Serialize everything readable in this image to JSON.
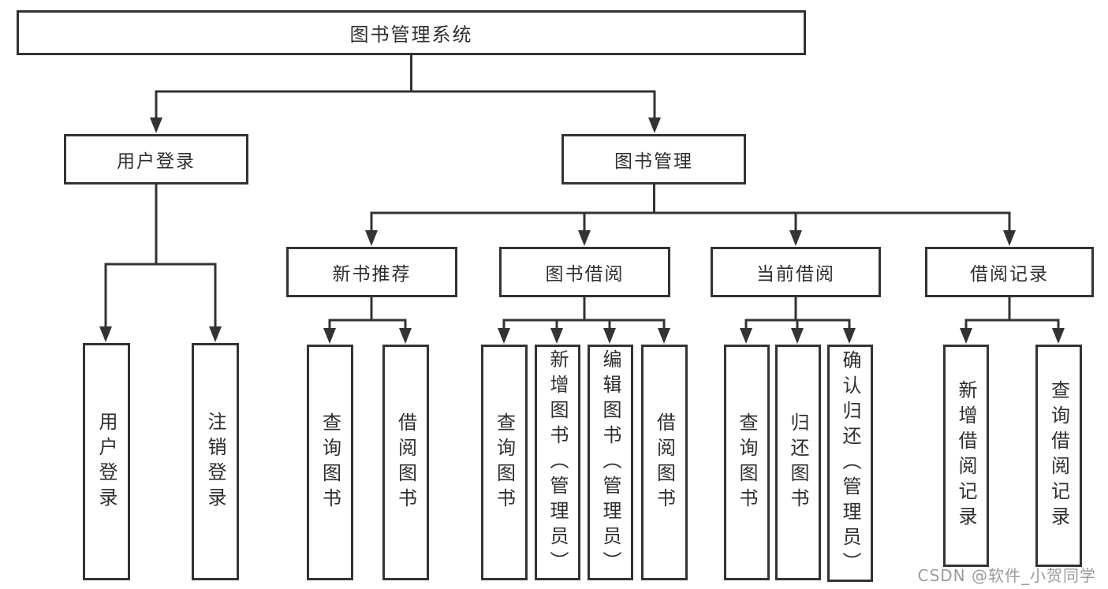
{
  "tree": {
    "root": {
      "label": "图书管理系统"
    },
    "branches": [
      {
        "label": "用户登录",
        "children": [
          {
            "label": "用户登录"
          },
          {
            "label": "注销登录"
          }
        ]
      },
      {
        "label": "图书管理",
        "children": [
          {
            "label": "新书推荐",
            "children": [
              {
                "label": "查询图书"
              },
              {
                "label": "借阅图书"
              }
            ]
          },
          {
            "label": "图书借阅",
            "children": [
              {
                "label": "查询图书"
              },
              {
                "label": "新增图书（管理员）"
              },
              {
                "label": "编辑图书（管理员）"
              },
              {
                "label": "借阅图书"
              }
            ]
          },
          {
            "label": "当前借阅",
            "children": [
              {
                "label": "查询图书"
              },
              {
                "label": "归还图书"
              },
              {
                "label": "确认归还（管理员）"
              }
            ]
          },
          {
            "label": "借阅记录",
            "children": [
              {
                "label": "新增借阅记录"
              },
              {
                "label": "查询借阅记录"
              }
            ]
          }
        ]
      }
    ]
  },
  "watermark": {
    "text": "CSDN @软件_小贺同学"
  },
  "colors": {
    "line": "#333333",
    "text": "#2f2f2f",
    "watermark": "#9b9b9b",
    "background": "#ffffff"
  }
}
